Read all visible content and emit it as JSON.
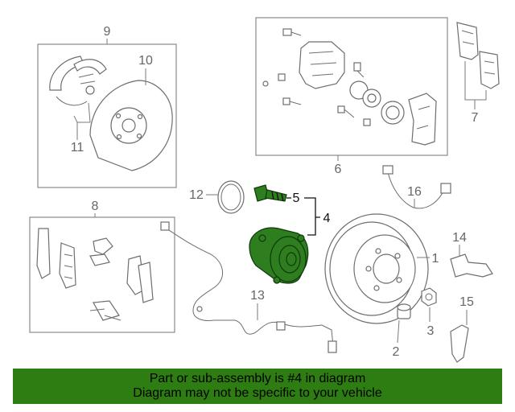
{
  "callouts": {
    "c1": "1",
    "c2": "2",
    "c3": "3",
    "c4": "4",
    "c5": "5",
    "c6": "6",
    "c7": "7",
    "c8": "8",
    "c9": "9",
    "c10": "10",
    "c11": "11",
    "c12": "12",
    "c13": "13",
    "c14": "14",
    "c15": "15",
    "c16": "16"
  },
  "banner": {
    "line1": "Part or sub-assembly is #4 in diagram",
    "line2": "Diagram may not be specific to your vehicle"
  },
  "colors": {
    "highlight": "#2e7d1f",
    "banner_bg": "#2e7d12"
  }
}
